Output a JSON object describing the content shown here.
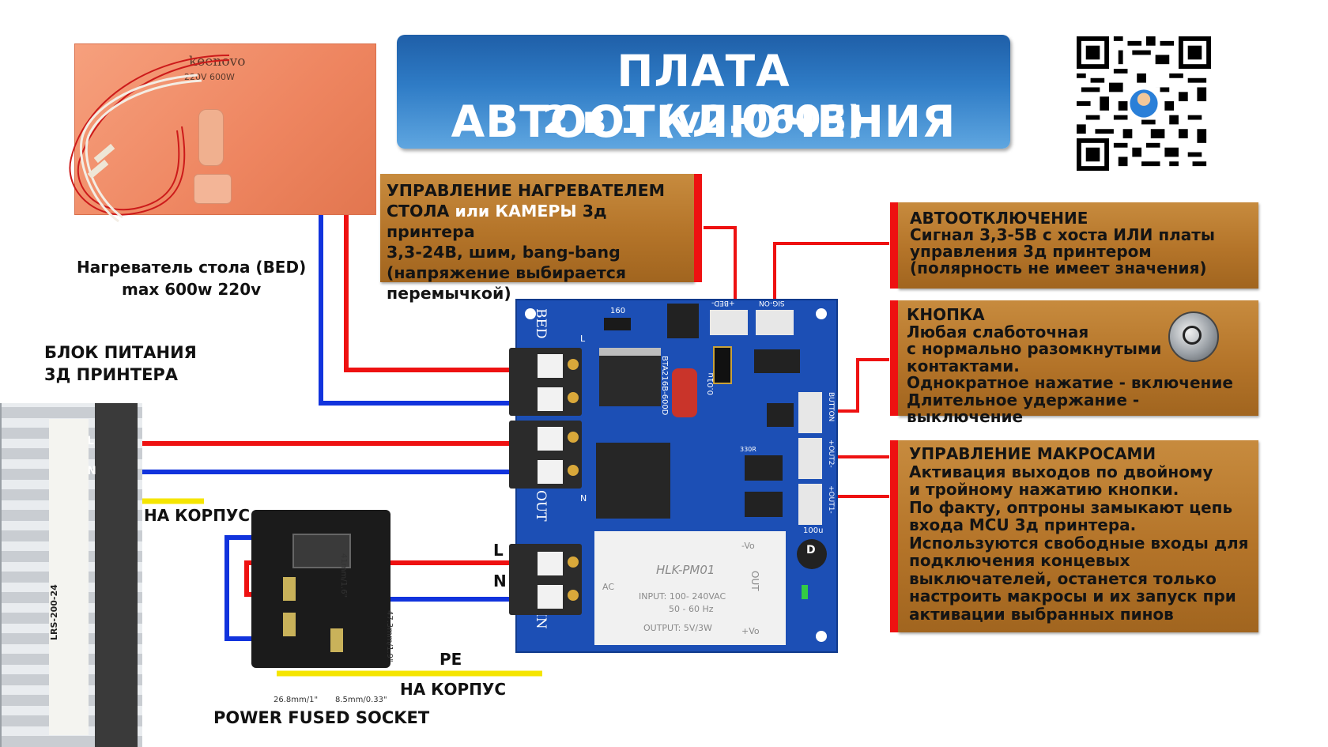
{
  "title": {
    "line1": "ПЛАТА  АВТООТКЛЮЧЕНИЯ",
    "line2": "2 в 1 (v2.0603)"
  },
  "heater": {
    "brand": "keenovo",
    "rating": "220V 600W",
    "caption_l1": "Нагреватель стола (BED)",
    "caption_l2": "max 600w 220v"
  },
  "psu": {
    "caption_l1": "БЛОК ПИТАНИЯ",
    "caption_l2": "3Д ПРИНТЕРА",
    "ground": "НА КОРПУС",
    "model": "LRS-200-24",
    "terminal_l": "L",
    "terminal_n": "N"
  },
  "socket": {
    "caption": "POWER FUSED SOCKET",
    "pe": "PE",
    "ground": "НА КОРПУС",
    "dim_w": "26.8mm/1\"",
    "dim_d": "8.5mm/0.33\"",
    "dim_h": "41mm/1.6\"",
    "dim_h2": "47.3mm/1.9\""
  },
  "board": {
    "bed": "BED",
    "out": "OUT",
    "in": "IN",
    "l": "L",
    "n": "N",
    "triac": "BTA216B-600D",
    "r160": "160",
    "sig_on": "SIG-ON",
    "bed_conn": "+BED-",
    "button": "BUTTON",
    "out2": "+OUT2-",
    "out1": "+OUT1-",
    "module": "HLK-PM01",
    "module_in": "INPUT: 100- 240VAC",
    "module_hz": "50 - 60 Hz",
    "module_out": "OUTPUT: 5V/3W",
    "ac": "AC",
    "module_out_label": "OUT",
    "vminus": "-Vo",
    "vplus": "+Vo",
    "cap": "100u",
    "cap_letter": "D",
    "c001": "0.01u",
    "r330": "330R"
  },
  "line_labels": {
    "l": "L",
    "n": "N"
  },
  "notes": {
    "heater_ctrl": {
      "l1a": "УПРАВЛЕНИЕ НАГРЕВАТЕЛЕМ",
      "l2a": "СТОЛА ",
      "l2b": "или КАМЕРЫ",
      "l2c": " 3д принтера",
      "l3": "3,3-24В, шим, bang-bang",
      "l4": "(напряжение выбирается",
      "l5": "перемычкой)"
    },
    "autooff": {
      "l1": "АВТООТКЛЮЧЕНИЕ",
      "l2": "Сигнал 3,3-5В с хоста ИЛИ платы",
      "l3": "управления 3д принтером",
      "l4": " (полярность не имеет значения)"
    },
    "button": {
      "l1": "КНОПКА",
      "l2": "Любая слаботочная",
      "l3": "с нормально разомкнутыми",
      "l4": "контактами.",
      "l5": "Однократное нажатие - включение",
      "l6": "Длительное удержание - выключение"
    },
    "macro": {
      "l1": "УПРАВЛЕНИЕ МАКРОСАМИ",
      "l2": "Активация выходов по двойному",
      "l3": "и тройному нажатию кнопки.",
      "l4": "По факту, оптроны замыкают цепь",
      "l5": "входа MCU 3д принтера.",
      "l6": "Используются свободные входы для",
      "l7": "подключения концевых",
      "l8": "выключателей, останется только",
      "l9": "настроить макросы и их запуск при",
      "l10": "активации выбранных пинов"
    }
  },
  "colors": {
    "wire_red": "#ee1111",
    "wire_blue": "#1133dd",
    "ground_yellow": "#f5e500",
    "pcb": "#1c4fb5",
    "note_bg": "#b87a2e"
  }
}
